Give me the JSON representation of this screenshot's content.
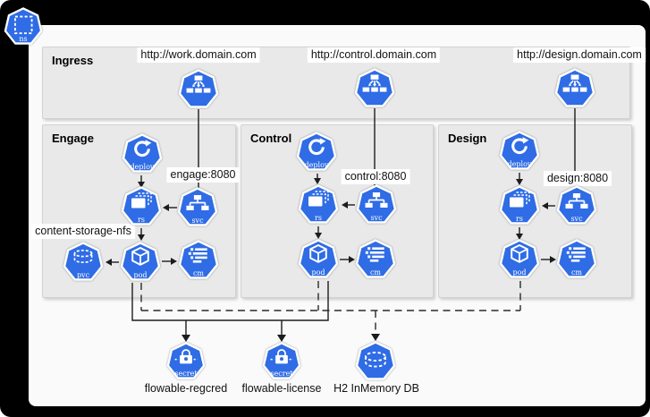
{
  "colors": {
    "node_blue": "#2F6CE5",
    "panel_gray": "#E9E9E9",
    "sheet_background": "#FAFAFA",
    "frame_black": "#000000",
    "wire_black": "#1C1C1C"
  },
  "namespace": {
    "label": "ns"
  },
  "ingress": {
    "title": "Ingress",
    "endpoints": [
      "http://work.domain.com",
      "http://control.domain.com",
      "http://design.domain.com"
    ]
  },
  "sections": [
    {
      "title": "Engage",
      "port": "engage:8080",
      "storage_label": "content-storage-nfs"
    },
    {
      "title": "Control",
      "port": "control:8080"
    },
    {
      "title": "Design",
      "port": "design:8080"
    }
  ],
  "icon_labels": {
    "ns": "ns",
    "deploy": "deploy",
    "rs": "rs",
    "svc": "svc",
    "pod": "pod",
    "cm": "cm",
    "pvc": "pvc",
    "secret": "secret"
  },
  "bottom": {
    "secret_labels": [
      "flowable-regcred",
      "flowable-license"
    ],
    "database_label": "H2 InMemory DB"
  }
}
